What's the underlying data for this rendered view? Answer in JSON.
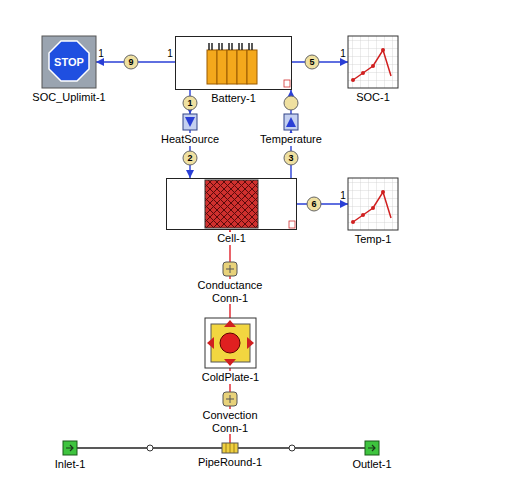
{
  "diagram": {
    "nodes": [
      {
        "text": [
          "STOP",
          "SOC_Uplimit-1"
        ]
      },
      {
        "text": [
          "Battery-1"
        ]
      },
      {
        "text": [
          "SOC-1"
        ]
      },
      {
        "text": [
          "HeatSource"
        ]
      },
      {
        "text": [
          "Temperature"
        ]
      },
      {
        "text": [
          "Cell-1"
        ]
      },
      {
        "text": [
          "Temp-1"
        ]
      },
      {
        "text": [
          "Conductance Conn-1"
        ]
      },
      {
        "text": [
          "ColdPlate-1"
        ]
      },
      {
        "text": [
          "Convection Conn-1"
        ]
      },
      {
        "text": [
          "Inlet-1"
        ]
      },
      {
        "text": [
          "PipeRound-1"
        ]
      },
      {
        "text": [
          "Outlet-1"
        ]
      }
    ],
    "edges": [
      {
        "from": 1,
        "to": 0,
        "arrow": "to"
      },
      {
        "from": 1,
        "to": 2,
        "arrow": "to"
      },
      {
        "from": 1,
        "to": 3,
        "arrow": "to"
      },
      {
        "from": 3,
        "to": 5,
        "arrow": "to"
      },
      {
        "from": 5,
        "to": 4,
        "arrow": "to"
      },
      {
        "from": 4,
        "to": 1,
        "arrow": "to"
      },
      {
        "from": 5,
        "to": 6,
        "arrow": "to"
      },
      {
        "from": 8,
        "to": 7,
        "arrow": "none"
      },
      {
        "from": 7,
        "to": 5,
        "arrow": "to"
      },
      {
        "from": 9,
        "to": 8,
        "arrow": "none"
      },
      {
        "from": 11,
        "to": 9,
        "arrow": "none"
      },
      {
        "from": 10,
        "to": 11,
        "arrow": "none"
      },
      {
        "from": 11,
        "to": 12,
        "arrow": "none"
      }
    ],
    "labels": [
      "1",
      "9",
      "1",
      "5",
      "1",
      "1",
      "2",
      "3",
      "6",
      "1"
    ]
  }
}
